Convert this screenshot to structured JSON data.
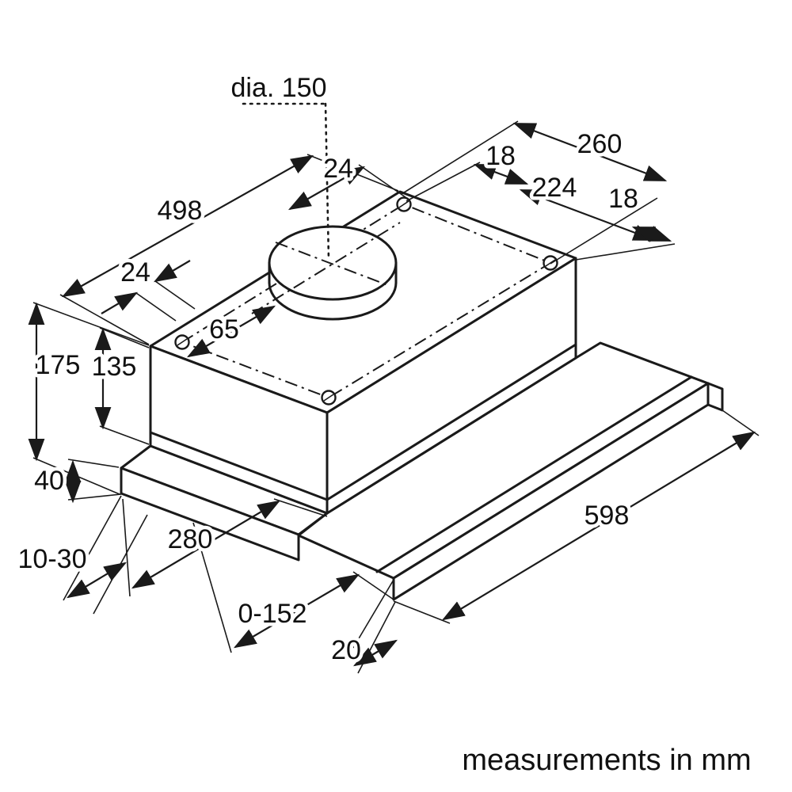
{
  "drawing": {
    "labels": {
      "duct_diameter": "dia. 150",
      "top_offset_24": "24",
      "rear_edge_18": "18",
      "top_depth_260": "260",
      "hole_spacing_224": "224",
      "front_edge_18": "18",
      "body_width_498": "498",
      "side_offset_24": "24",
      "duct_offset_65": "65",
      "total_height_175": "175",
      "body_height_135": "135",
      "base_height_40": "40",
      "wall_distance_10_30": "10-30",
      "base_depth_280": "280",
      "telescopic_travel_0_152": "0-152",
      "visor_height_20": "20",
      "visor_width_598": "598"
    },
    "footer_note": "measurements in mm",
    "line_color": "#1a1a1a"
  }
}
